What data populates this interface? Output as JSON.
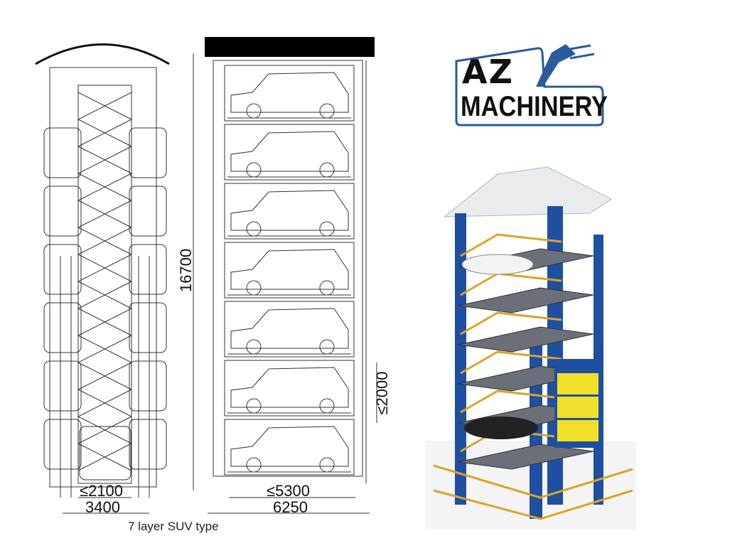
{
  "front_view": {
    "height_dim": "16700",
    "inner_width_dim": "≤2100",
    "outer_width_dim": "3400",
    "caption": "7 layer SUV type"
  },
  "side_view": {
    "level_height_dim": "≤2000",
    "inner_length_dim": "≤5300",
    "outer_length_dim": "6250",
    "levels": 7
  },
  "logo": {
    "top": "AZ",
    "bottom": "MACHINERY",
    "color": "#2a5b9c"
  },
  "photo": {
    "frame_color": "#1f4fa0",
    "rail_color": "#d9a526",
    "sign_color": "#f1df2a"
  }
}
